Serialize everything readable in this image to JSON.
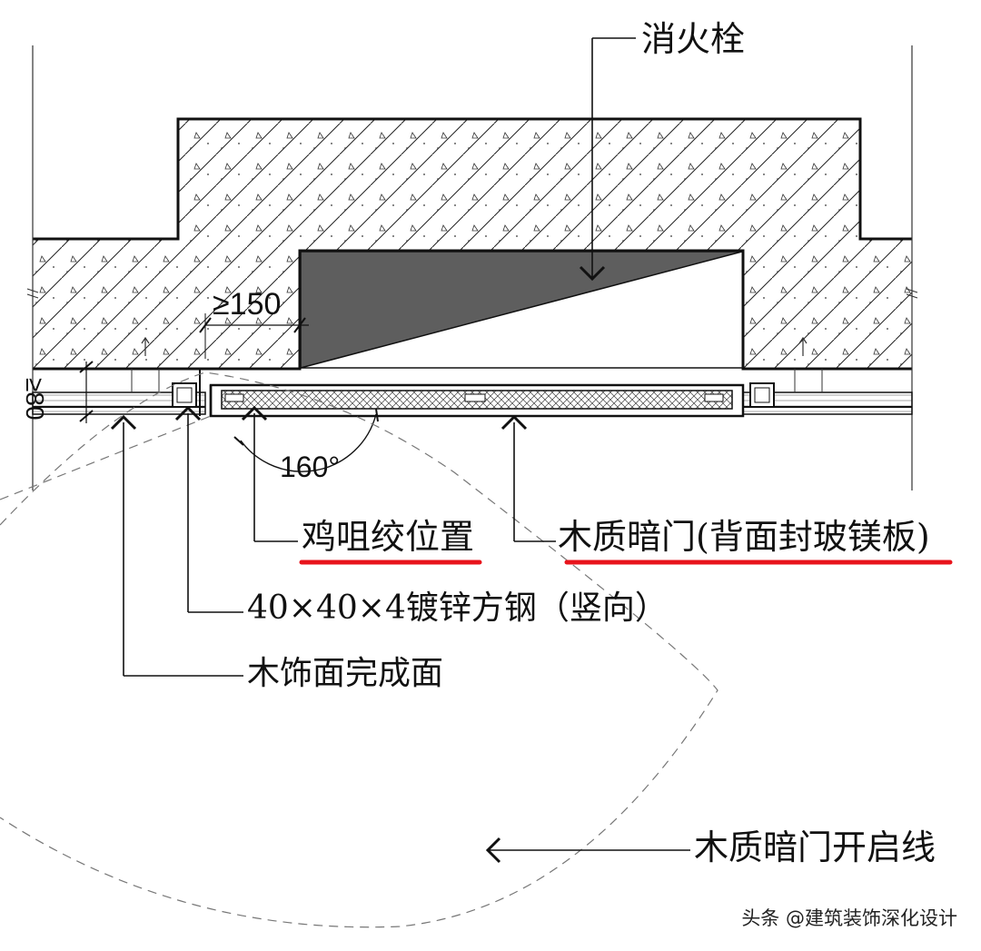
{
  "labels": {
    "fire_hydrant": "消火栓",
    "hinge_position": "鸡咀绞位置",
    "wood_hidden_door": "木质暗门(背面封玻镁板)",
    "steel_tube": "40×40×4镀锌方钢（竖向）",
    "wood_finish_surface": "木饰面完成面",
    "door_opening_line": "木质暗门开启线"
  },
  "dimensions": {
    "offset": "≥150",
    "thickness": "≥80",
    "angle": "160°"
  },
  "watermark": "头条 @建筑装饰深化设计",
  "colors": {
    "line": "#111111",
    "hydrant_fill": "#5e5e5e",
    "highlight_underline": "#e8141c"
  }
}
